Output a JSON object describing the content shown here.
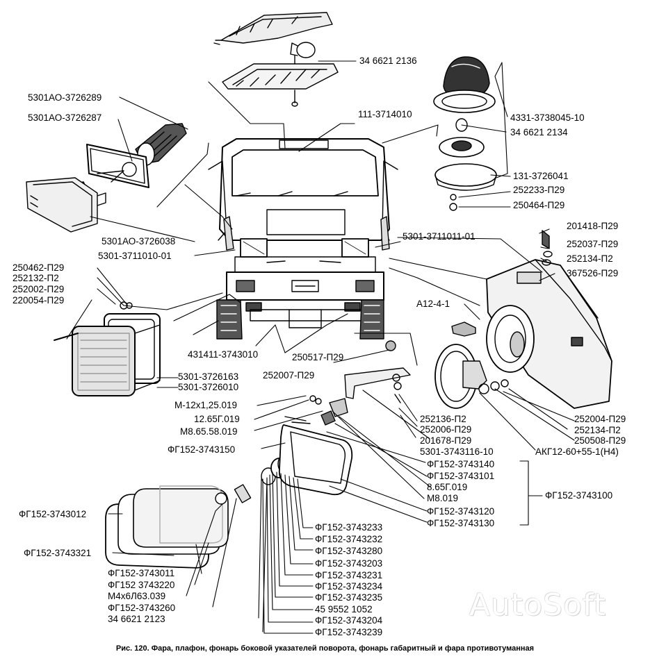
{
  "caption": "Рис. 120. Фара, плафон, фонарь боковой указателей поворота, фонарь габаритный и фара противотуманная",
  "watermark": "AutoSoft",
  "labels": {
    "l01": "34 6621 2136",
    "l02": "5301АО-3726289",
    "l03": "5301АО-3726287",
    "l04": "111-3714010",
    "l05": "4331-3738045-10",
    "l06": "34 6621 2134",
    "l07": "131-3726041",
    "l08": "252233-П29",
    "l09": "250464-П29",
    "l10": "201418-П29",
    "l11": "5301АО-3726038",
    "l12": "5301-3711011-01",
    "l13": "252037-П29",
    "l14": "5301-3711010-01",
    "l15": "252134-П2",
    "l16": "250462-П29",
    "l17": "367526-П29",
    "l18": "252132-П2",
    "l19": "252002-П29",
    "l20": "220054-П29",
    "l21": "А12-4-1",
    "l22": "431411-3743010",
    "l23": "250517-П29",
    "l24": "5301-3726163",
    "l25": "252007-П29",
    "l26": "5301-3726010",
    "l27": "М-12х1,25.019",
    "l28": "12.65Г.019",
    "l29": "М8.65.58.019",
    "l30": "252136-П2",
    "l31": "252004-П29",
    "l32": "252006-П29",
    "l33": "252134-П2",
    "l34": "201678-П29",
    "l35": "250508-П29",
    "l36": "ФГ152-3743150",
    "l37": "5301-3743116-10",
    "l38": "АКГ12-60+55-1(Н4)",
    "l39": "ФГ152-3743140",
    "l40": "ФГ152-3743101",
    "l41": "8.65Г.019",
    "l42": "ФГ152-3743100",
    "l43": "М8.019",
    "l44": "ФГ152-3743012",
    "l45": "ФГ152-3743120",
    "l46": "ФГ152-3743130",
    "l47": "ФГ152-3743233",
    "l48": "ФГ152-3743232",
    "l49": "ФГ152-3743321",
    "l50": "ФГ152-3743280",
    "l51": "ФГ152-3743203",
    "l52": "ФГ152-3743011",
    "l53": "ФГ152-3743231",
    "l54": "ФГ152 3743220",
    "l55": "ФГ152-3743234",
    "l56": "М4х6Л63.039",
    "l57": "ФГ152-3743235",
    "l58": "ФГ152-3743260",
    "l59": "45 9552 1052",
    "l60": "34 6621 2123",
    "l61": "ФГ152-3743204",
    "l62": "ФГ152-3743239"
  }
}
